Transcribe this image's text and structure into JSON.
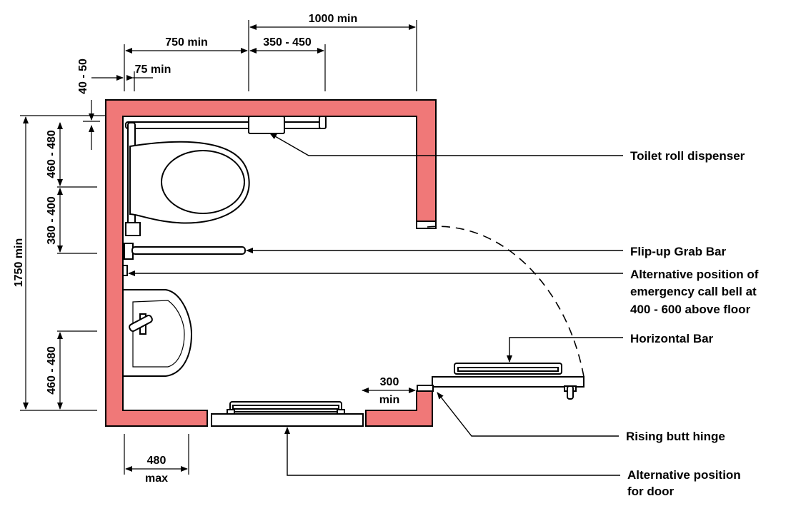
{
  "dimensions": {
    "d1000": "1000 min",
    "d750": "750 min",
    "d350": "350 - 450",
    "d75": "75 min",
    "d4050": "40 - 50",
    "d1750": "1750 min",
    "d460top": "460 - 480",
    "d380": "380 - 400",
    "d460bot": "460 - 480",
    "d300a": "300",
    "d300b": "min",
    "d480a": "480",
    "d480b": "max"
  },
  "labels": {
    "toilet_roll": "Toilet roll dispenser",
    "flip_bar": "Flip-up Grab Bar",
    "alt_bell_1": "Alternative position of",
    "alt_bell_2": "emergency call bell at",
    "alt_bell_3": "400 - 600 above floor",
    "horizontal_bar": "Horizontal Bar",
    "rising_hinge": "Rising butt hinge",
    "alt_door_1": "Alternative position",
    "alt_door_2": "for door"
  },
  "colors": {
    "wall": "#f07878",
    "line": "#000000"
  }
}
